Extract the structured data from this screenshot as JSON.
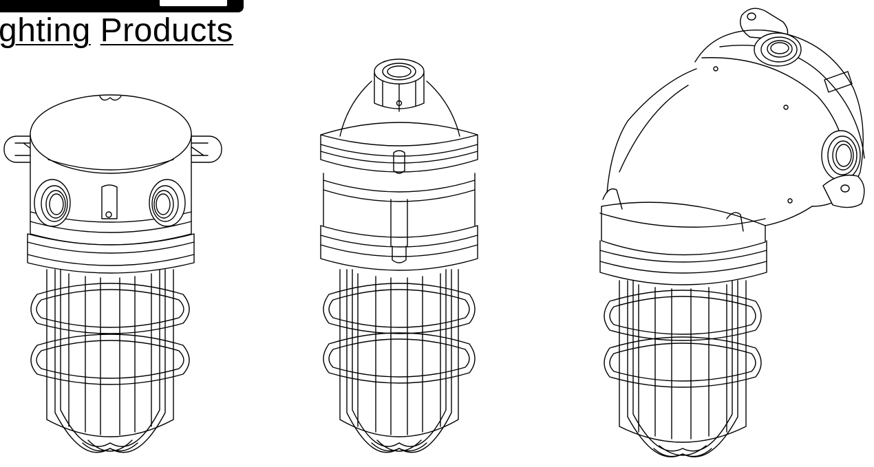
{
  "header": {
    "brand_word_1": "ghting",
    "brand_word_2": "Products"
  },
  "drawing": {
    "colors": {
      "ink": "#000000",
      "paper": "#ffffff"
    },
    "views": [
      "front-view",
      "side-view",
      "angled-view"
    ]
  }
}
